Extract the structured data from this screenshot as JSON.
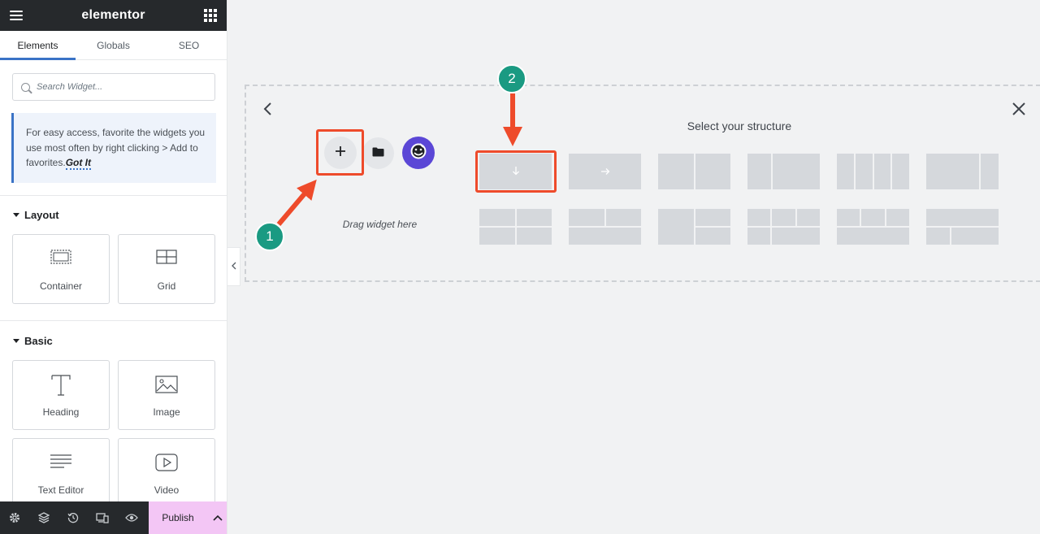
{
  "app": {
    "logo": "elementor",
    "tabs": [
      {
        "label": "Elements",
        "active": true
      },
      {
        "label": "Globals",
        "active": false
      },
      {
        "label": "SEO",
        "active": false
      }
    ]
  },
  "search": {
    "placeholder": "Search Widget..."
  },
  "notice": {
    "text": "For easy access, favorite the widgets you use most often by right clicking > Add to favorites.",
    "link": "Got It"
  },
  "categories": [
    {
      "title": "Layout",
      "widgets": [
        {
          "label": "Container",
          "icon": "container-icon"
        },
        {
          "label": "Grid",
          "icon": "grid-icon"
        }
      ]
    },
    {
      "title": "Basic",
      "widgets": [
        {
          "label": "Heading",
          "icon": "heading-icon"
        },
        {
          "label": "Image",
          "icon": "image-icon"
        },
        {
          "label": "Text Editor",
          "icon": "text-editor-icon"
        },
        {
          "label": "Video",
          "icon": "video-icon"
        }
      ]
    }
  ],
  "bottom_bar": {
    "icons": [
      "settings-icon",
      "layers-icon",
      "history-icon",
      "responsive-icon",
      "preview-icon"
    ],
    "publish_label": "Publish"
  },
  "canvas": {
    "drag_hint": "Drag widget here",
    "structure_title": "Select your structure",
    "structures_row1": [
      "1 column vertical",
      "1 column horizontal",
      "2 columns",
      "1/3 + 2/3",
      "4 columns",
      "2/3 + 1/3"
    ],
    "structures_row2": [
      "2x2 grid",
      "2 top + 1 bottom",
      "1 left + 2 right",
      "3 top + 2 bottom",
      "3 top + 1 bottom",
      "1 top + 2 bottom"
    ]
  },
  "annotations": [
    {
      "number": "1",
      "target": "add-section-button"
    },
    {
      "number": "2",
      "target": "structure-vertical-option"
    }
  ],
  "colors": {
    "accent": "#3a73c6",
    "publish": "#f3c6f5",
    "highlight": "#ee4b2b",
    "badge": "#1a9a82",
    "ai": "#5b47d6"
  }
}
